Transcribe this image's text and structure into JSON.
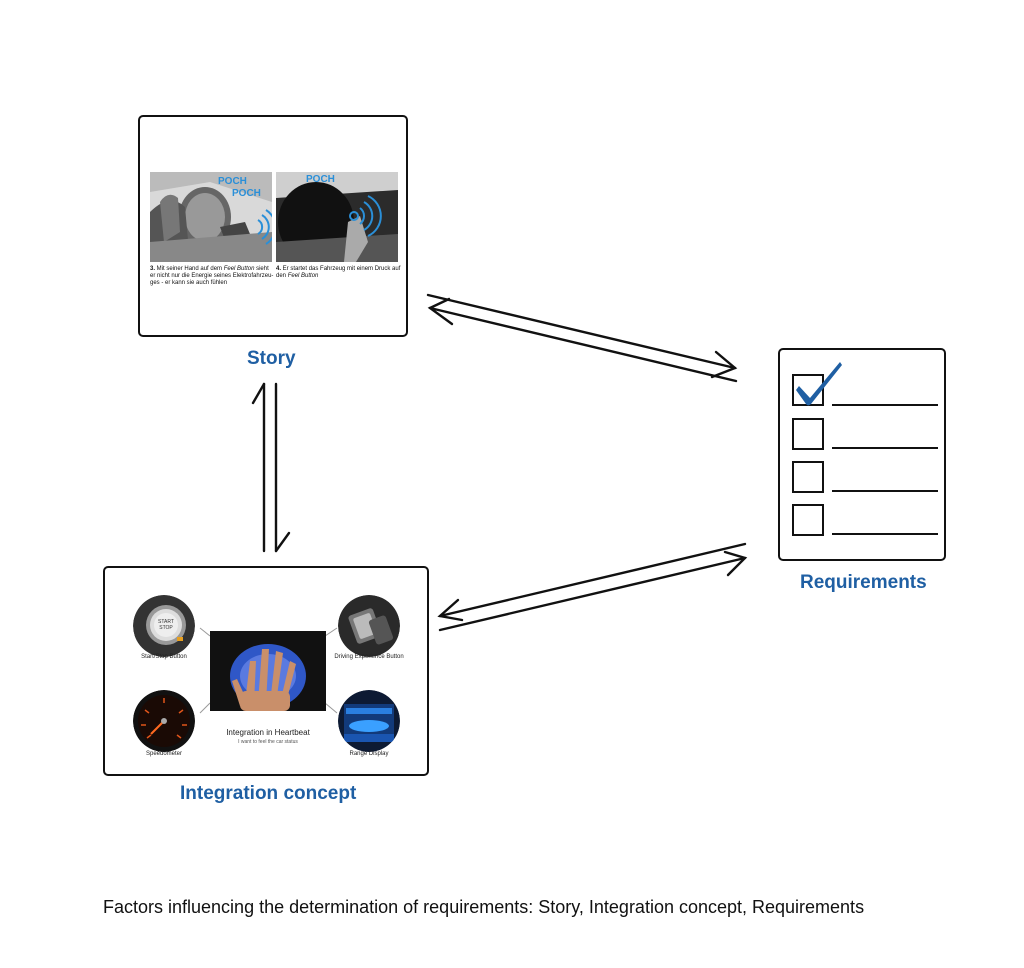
{
  "story": {
    "label": "Story",
    "panel_left": {
      "poch1": "POCH",
      "poch2": "POCH",
      "caption_num": "3.",
      "caption_a": " Mit seiner Hand auf dem ",
      "caption_em": "Feel Button",
      "caption_b": " sieht er nicht nur die Energie seines Elektrofahrzeu-ges - er kann sie auch fühlen"
    },
    "panel_right": {
      "poch1": "POCH",
      "caption_num": "4.",
      "caption_a": " Er startet das Fahrzeug mit einem Druck auf den ",
      "caption_em": "Feel Button"
    }
  },
  "requirements": {
    "label": "Requirements",
    "items": [
      {
        "checked": true
      },
      {
        "checked": false
      },
      {
        "checked": false
      },
      {
        "checked": false
      }
    ],
    "check_color": "#1f5fa3"
  },
  "integration": {
    "label": "Integration concept",
    "start_stop": "Start/Stop Button",
    "driving_exp": "Driving Experience Button",
    "speedometer": "Speedometer",
    "range_display": "Range Display",
    "center_title": "Integration in Heartbeat",
    "center_sub": "I want to feel the car status"
  },
  "caption": "Factors influencing the determination of requirements: Story, Integration concept, Requirements",
  "colors": {
    "accent_blue": "#1f5fa3",
    "signal_blue": "#2a8fd8"
  }
}
